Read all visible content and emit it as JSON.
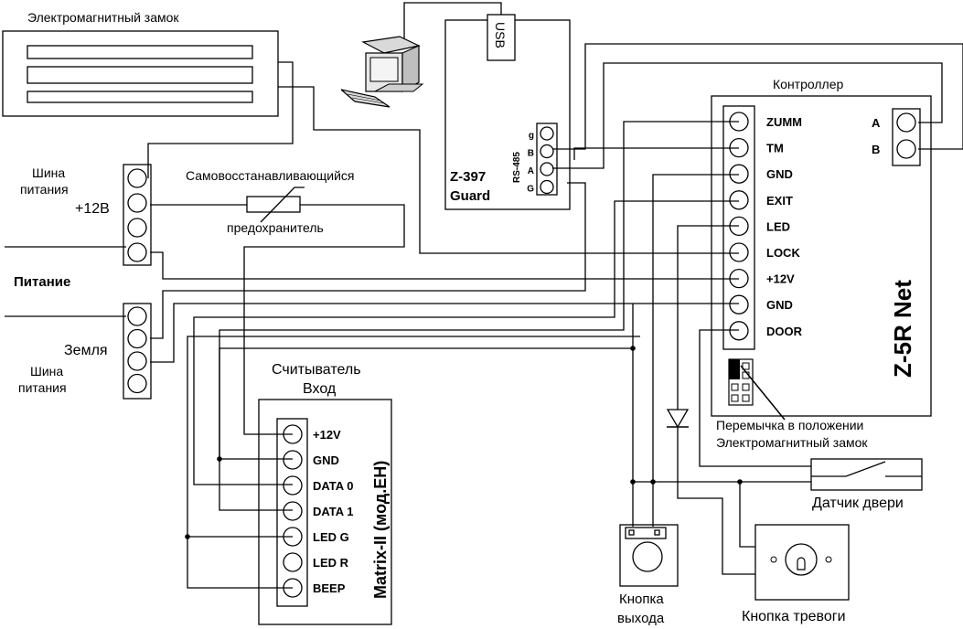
{
  "labels": {
    "lock_title": "Электромагнитный замок",
    "controller_title": "Контроллер",
    "bus_power_top_line1": "Шина",
    "bus_power_top_line2": "питания",
    "plus12": "+12В",
    "fuse_line1": "Самовосстанавливающийся",
    "fuse_line2": "предохранитель",
    "power": "Питание",
    "ground": "Земля",
    "bus_power_bottom_line1": "Шина",
    "bus_power_bottom_line2": "питания",
    "reader_line1": "Считыватель",
    "reader_line2": "Вход",
    "jumper_line1": "Перемычка в положении",
    "jumper_line2": "Электромагнитный замок",
    "door_sensor": "Датчик двери",
    "exit_button_line1": "Кнопка",
    "exit_button_line2": "выхода",
    "alarm_button": "Кнопка тревоги"
  },
  "guard": {
    "model_line1": "Z-397",
    "model_line2": "Guard",
    "usb": "USB",
    "rs485": "RS-485",
    "terminals": [
      "g",
      "B",
      "A",
      "G"
    ]
  },
  "controller": {
    "model": "Z-5R Net",
    "terminals": [
      "ZUMM",
      "TM",
      "GND",
      "EXIT",
      "LED",
      "LOCK",
      "+12V",
      "GND",
      "DOOR"
    ],
    "ab_terminals": [
      "A",
      "B"
    ]
  },
  "reader": {
    "model": "Matrix-II (мод.EH)",
    "terminals": [
      "+12V",
      "GND",
      "DATA 0",
      "DATA 1",
      "LED G",
      "LED R",
      "BEEP"
    ]
  }
}
